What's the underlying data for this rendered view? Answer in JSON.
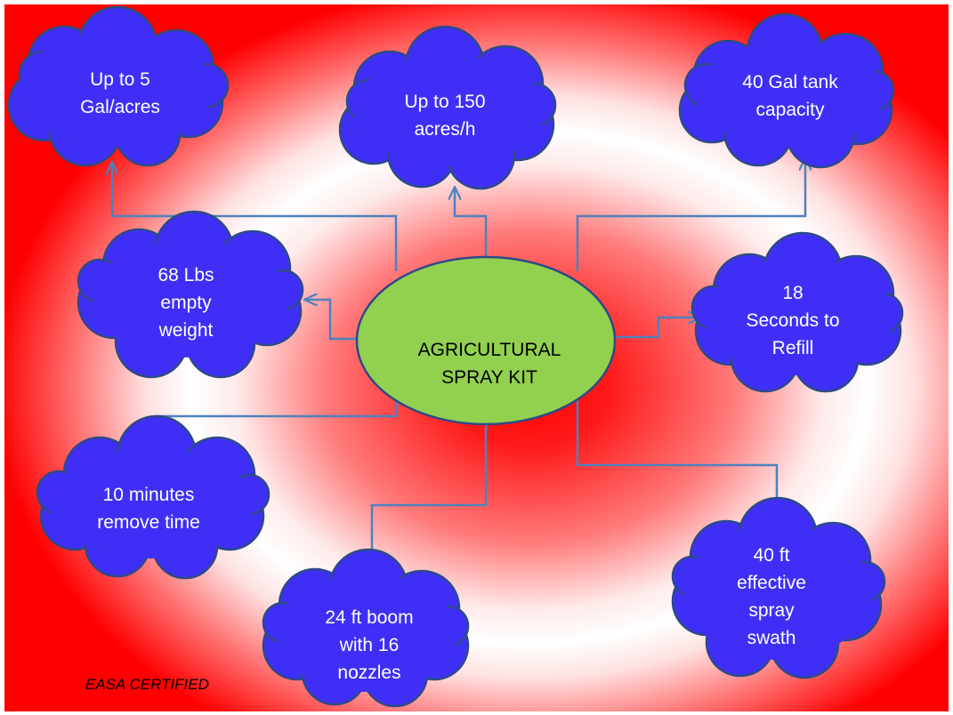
{
  "center": {
    "line1": "AGRICULTURAL",
    "line2": "SPRAY KIT"
  },
  "clouds": {
    "coverage": [
      "Up to 5",
      "Gal/acres"
    ],
    "speed": [
      "Up to 150",
      "acres/h"
    ],
    "tank": [
      "40 Gal tank",
      "capacity"
    ],
    "weight": [
      "68 Lbs",
      "empty",
      "weight"
    ],
    "refill": [
      "18",
      "Seconds to",
      "Refill"
    ],
    "remove": [
      "10 minutes",
      "remove time"
    ],
    "boom": [
      "24 ft boom",
      "with 16",
      "nozzles"
    ],
    "swath": [
      "40 ft",
      "effective",
      "spray",
      "swath"
    ]
  },
  "footer": "EASA CERTIFIED",
  "colors": {
    "cloud_fill": "#3f2ff6",
    "cloud_outline": "#2d4a86",
    "center_fill": "#92d050",
    "connector": "#4f81bd",
    "background_primary": "#ff0000",
    "background_highlight": "#ffffff"
  }
}
